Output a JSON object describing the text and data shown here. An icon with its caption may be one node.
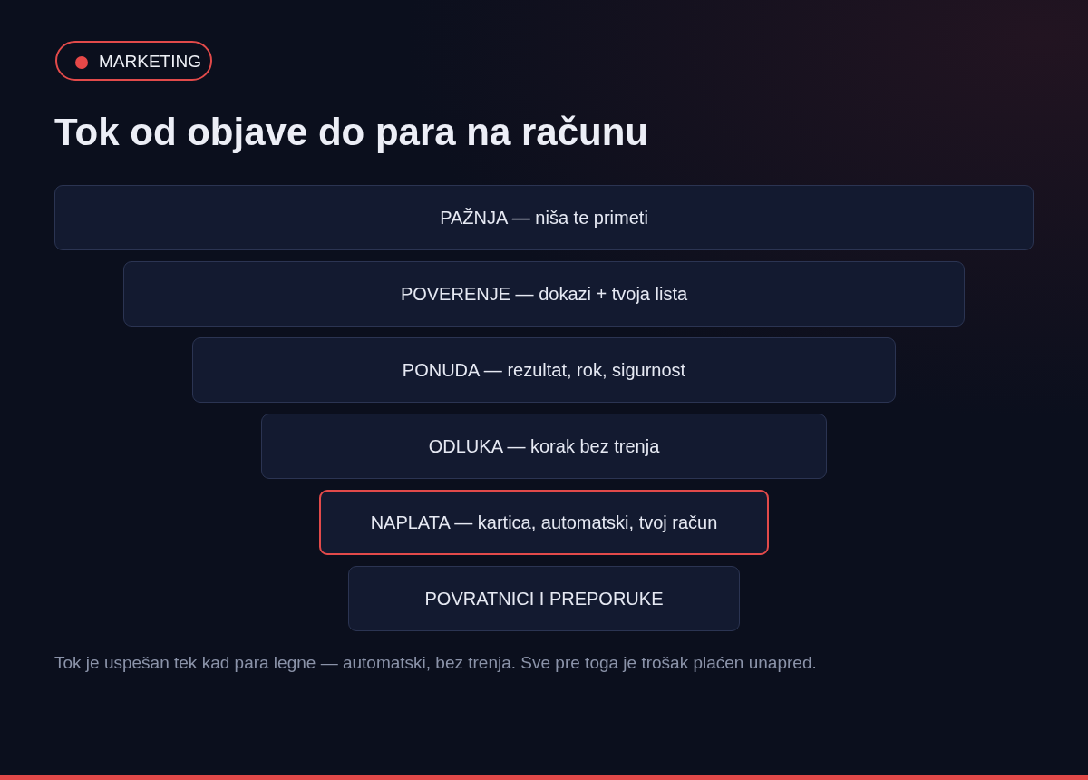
{
  "diagram": {
    "title": "Tok od objave do para na računu",
    "caption": "Tok je uspešan tek kad para legne — automatski, bez trenja. Sve pre toga je trošak plaćen unapred.",
    "nodes": [
      {
        "text": [
          "PAŽNJA — niša te primeti"
        ]
      },
      {
        "text": [
          "POVERENJE — dokazi + tvoja lista"
        ]
      },
      {
        "text": [
          "PONUDA — rezultat, rok, sigurnost"
        ]
      },
      {
        "text": [
          "ODLUKA — korak bez trenja"
        ]
      },
      {
        "text": [
          "NAPLATA — kartica, automatski, tvoj račun"
        ]
      },
      {
        "text": [
          "POVRATNICI I PREPORUKE"
        ]
      }
    ],
    "labels": [
      "MARKETING"
    ]
  }
}
